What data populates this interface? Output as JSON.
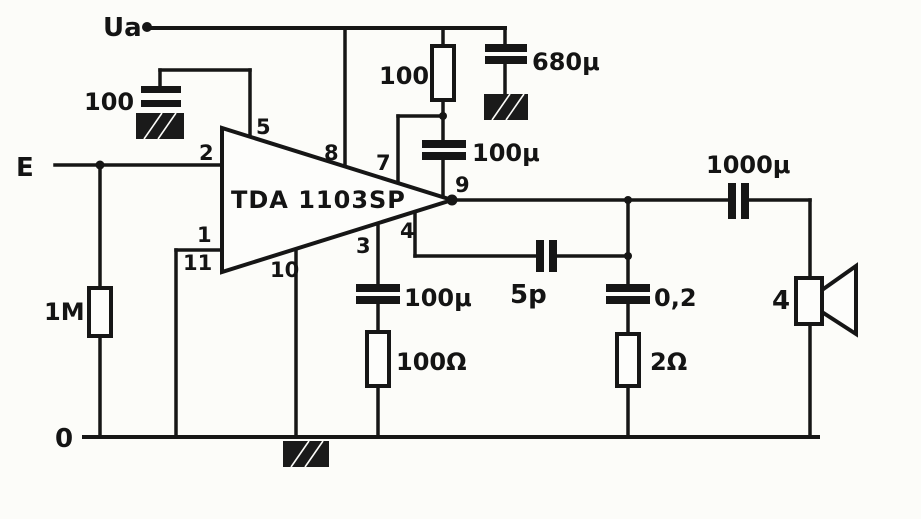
{
  "title": "TDA1103SP audio amplifier schematic",
  "labels": {
    "supply": "Ua",
    "input": "E",
    "ground_rail": "0",
    "ic_name": "TDA 1103SP",
    "speaker_value": "4"
  },
  "pins": {
    "p1": "1",
    "p2": "2",
    "p3": "3",
    "p4": "4",
    "p5": "5",
    "p7": "7",
    "p8": "8",
    "p9": "9",
    "p10": "10",
    "p11": "11"
  },
  "components": {
    "c_input_100": "100",
    "r_supply_100": "100",
    "c_680u": "680μ",
    "c_100u_mid": "100μ",
    "c_1000u_out": "1000μ",
    "c_5p": "5p",
    "c_0_2": "0,2",
    "r_2_ohm": "2Ω",
    "c_100u_bottom": "100μ",
    "r_100_ohm": "100Ω",
    "r_1m": "1M"
  },
  "colors": {
    "ink": "#161616",
    "paper": "#fcfcf9"
  }
}
